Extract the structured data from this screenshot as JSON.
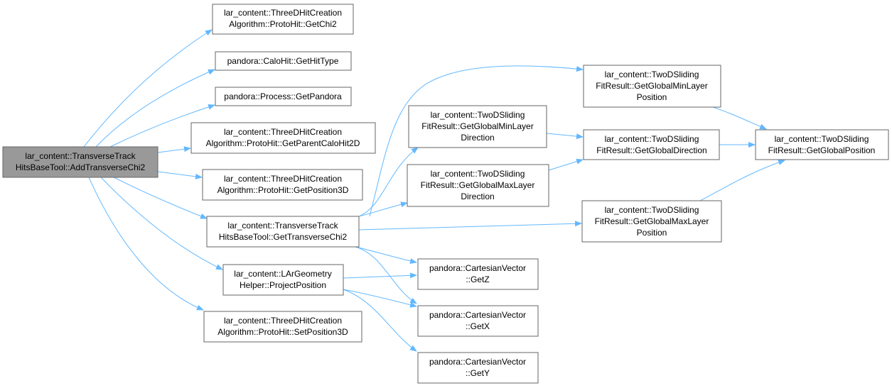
{
  "graph": {
    "edge_color": "#63b8ff",
    "root_fill": "#999999",
    "nodes": [
      {
        "id": "root",
        "root": true,
        "lines": [
          "lar_content::TransverseTrack",
          "HitsBaseTool::AddTransverseChi2"
        ]
      },
      {
        "id": "getchi2",
        "lines": [
          "lar_content::ThreeDHitCreation",
          "Algorithm::ProtoHit::GetChi2"
        ]
      },
      {
        "id": "gethittype",
        "lines": [
          "pandora::CaloHit::GetHitType"
        ]
      },
      {
        "id": "getpandora",
        "lines": [
          "pandora::Process::GetPandora"
        ]
      },
      {
        "id": "getparent",
        "lines": [
          "lar_content::ThreeDHitCreation",
          "Algorithm::ProtoHit::GetParentCaloHit2D"
        ]
      },
      {
        "id": "getpos3d",
        "lines": [
          "lar_content::ThreeDHitCreation",
          "Algorithm::ProtoHit::GetPosition3D"
        ]
      },
      {
        "id": "gettrans",
        "lines": [
          "lar_content::TransverseTrack",
          "HitsBaseTool::GetTransverseChi2"
        ]
      },
      {
        "id": "projpos",
        "lines": [
          "lar_content::LArGeometry",
          "Helper::ProjectPosition"
        ]
      },
      {
        "id": "setpos3d",
        "lines": [
          "lar_content::ThreeDHitCreation",
          "Algorithm::ProtoHit::SetPosition3D"
        ]
      },
      {
        "id": "minlayerdir",
        "lines": [
          "lar_content::TwoDSliding",
          "FitResult::GetGlobalMinLayer",
          "Direction"
        ]
      },
      {
        "id": "maxlayerdir",
        "lines": [
          "lar_content::TwoDSliding",
          "FitResult::GetGlobalMaxLayer",
          "Direction"
        ]
      },
      {
        "id": "getz",
        "lines": [
          "pandora::CartesianVector",
          "::GetZ"
        ]
      },
      {
        "id": "getx",
        "lines": [
          "pandora::CartesianVector",
          "::GetX"
        ]
      },
      {
        "id": "gety",
        "lines": [
          "pandora::CartesianVector",
          "::GetY"
        ]
      },
      {
        "id": "minlayerpos",
        "lines": [
          "lar_content::TwoDSliding",
          "FitResult::GetGlobalMinLayer",
          "Position"
        ]
      },
      {
        "id": "globaldir",
        "lines": [
          "lar_content::TwoDSliding",
          "FitResult::GetGlobalDirection"
        ]
      },
      {
        "id": "maxlayerpos",
        "lines": [
          "lar_content::TwoDSliding",
          "FitResult::GetGlobalMaxLayer",
          "Position"
        ]
      },
      {
        "id": "globalpos",
        "lines": [
          "lar_content::TwoDSliding",
          "FitResult::GetGlobalPosition"
        ]
      }
    ],
    "edges": [
      {
        "from": "root",
        "to": "getchi2"
      },
      {
        "from": "root",
        "to": "gethittype"
      },
      {
        "from": "root",
        "to": "getpandora"
      },
      {
        "from": "root",
        "to": "getparent"
      },
      {
        "from": "root",
        "to": "getpos3d"
      },
      {
        "from": "root",
        "to": "gettrans"
      },
      {
        "from": "root",
        "to": "projpos"
      },
      {
        "from": "root",
        "to": "setpos3d"
      },
      {
        "from": "gettrans",
        "to": "minlayerpos"
      },
      {
        "from": "gettrans",
        "to": "minlayerdir"
      },
      {
        "from": "gettrans",
        "to": "maxlayerdir"
      },
      {
        "from": "gettrans",
        "to": "maxlayerpos"
      },
      {
        "from": "gettrans",
        "to": "getz"
      },
      {
        "from": "gettrans",
        "to": "getx"
      },
      {
        "from": "projpos",
        "to": "getz"
      },
      {
        "from": "projpos",
        "to": "getx"
      },
      {
        "from": "projpos",
        "to": "gety"
      },
      {
        "from": "minlayerdir",
        "to": "globaldir"
      },
      {
        "from": "maxlayerdir",
        "to": "globaldir"
      },
      {
        "from": "minlayerpos",
        "to": "globalpos"
      },
      {
        "from": "globaldir",
        "to": "globalpos"
      },
      {
        "from": "maxlayerpos",
        "to": "globalpos"
      }
    ]
  }
}
